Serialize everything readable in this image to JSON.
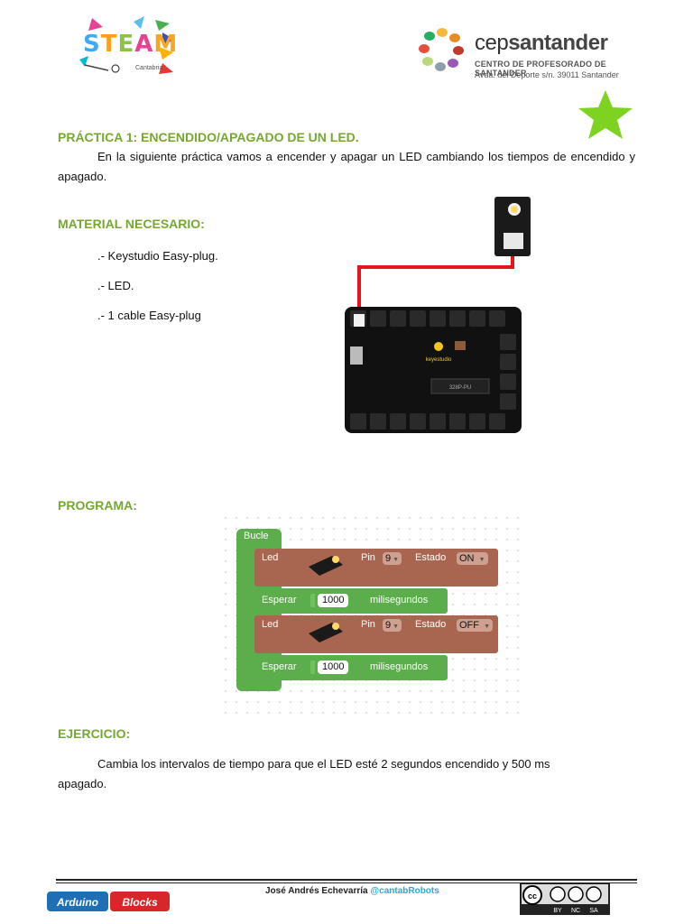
{
  "header": {
    "steam_logo": {
      "word": "STEAM",
      "subtitle": "Cantabria"
    },
    "cep_logo": {
      "name_light": "cep",
      "name_bold": "santander",
      "line1": "CENTRO DE PROFESORADO DE SANTANDER",
      "line2": "Avda. del Deporte s/n. 39011 Santander"
    }
  },
  "practice": {
    "title": "PRÁCTICA 1: ENCENDIDO/APAGADO DE UN LED.",
    "intro": "En la siguiente práctica vamos a encender y apagar un LED cambiando los tiempos de encendido y apagado."
  },
  "material": {
    "heading": "MATERIAL NECESARIO:",
    "items": [
      ".- Keystudio Easy-plug.",
      ".- LED.",
      ".- 1 cable Easy-plug"
    ]
  },
  "board": {
    "brand": "keyestudio",
    "chip": "328P-PU"
  },
  "programa": {
    "heading": "PROGRAMA:",
    "loop_label": "Bucle",
    "blocks": [
      {
        "type": "led",
        "label": "Led",
        "pin_label": "Pin",
        "pin": "9",
        "state_label": "Estado",
        "state": "ON"
      },
      {
        "type": "wait",
        "label": "Esperar",
        "value": "1000",
        "unit": "milisegundos"
      },
      {
        "type": "led",
        "label": "Led",
        "pin_label": "Pin",
        "pin": "9",
        "state_label": "Estado",
        "state": "OFF"
      },
      {
        "type": "wait",
        "label": "Esperar",
        "value": "1000",
        "unit": "milisegundos"
      }
    ]
  },
  "ejercicio": {
    "heading": "EJERCICIO:",
    "text": "Cambia los intervalos de tiempo para que el LED esté 2 segundos encendido y 500 ms apagado."
  },
  "footer": {
    "author": "José Andrés Echevarría",
    "handle": "@cantabRobots",
    "arduinoblocks_left": "Arduino",
    "arduinoblocks_right": "Blocks",
    "license_labels": [
      "BY",
      "NC",
      "SA"
    ]
  },
  "colors": {
    "heading_green": "#76a831",
    "block_green": "#5cad4c",
    "block_brown": "#a86650",
    "wire_red": "#e8141c",
    "star_green": "#7ed321"
  }
}
